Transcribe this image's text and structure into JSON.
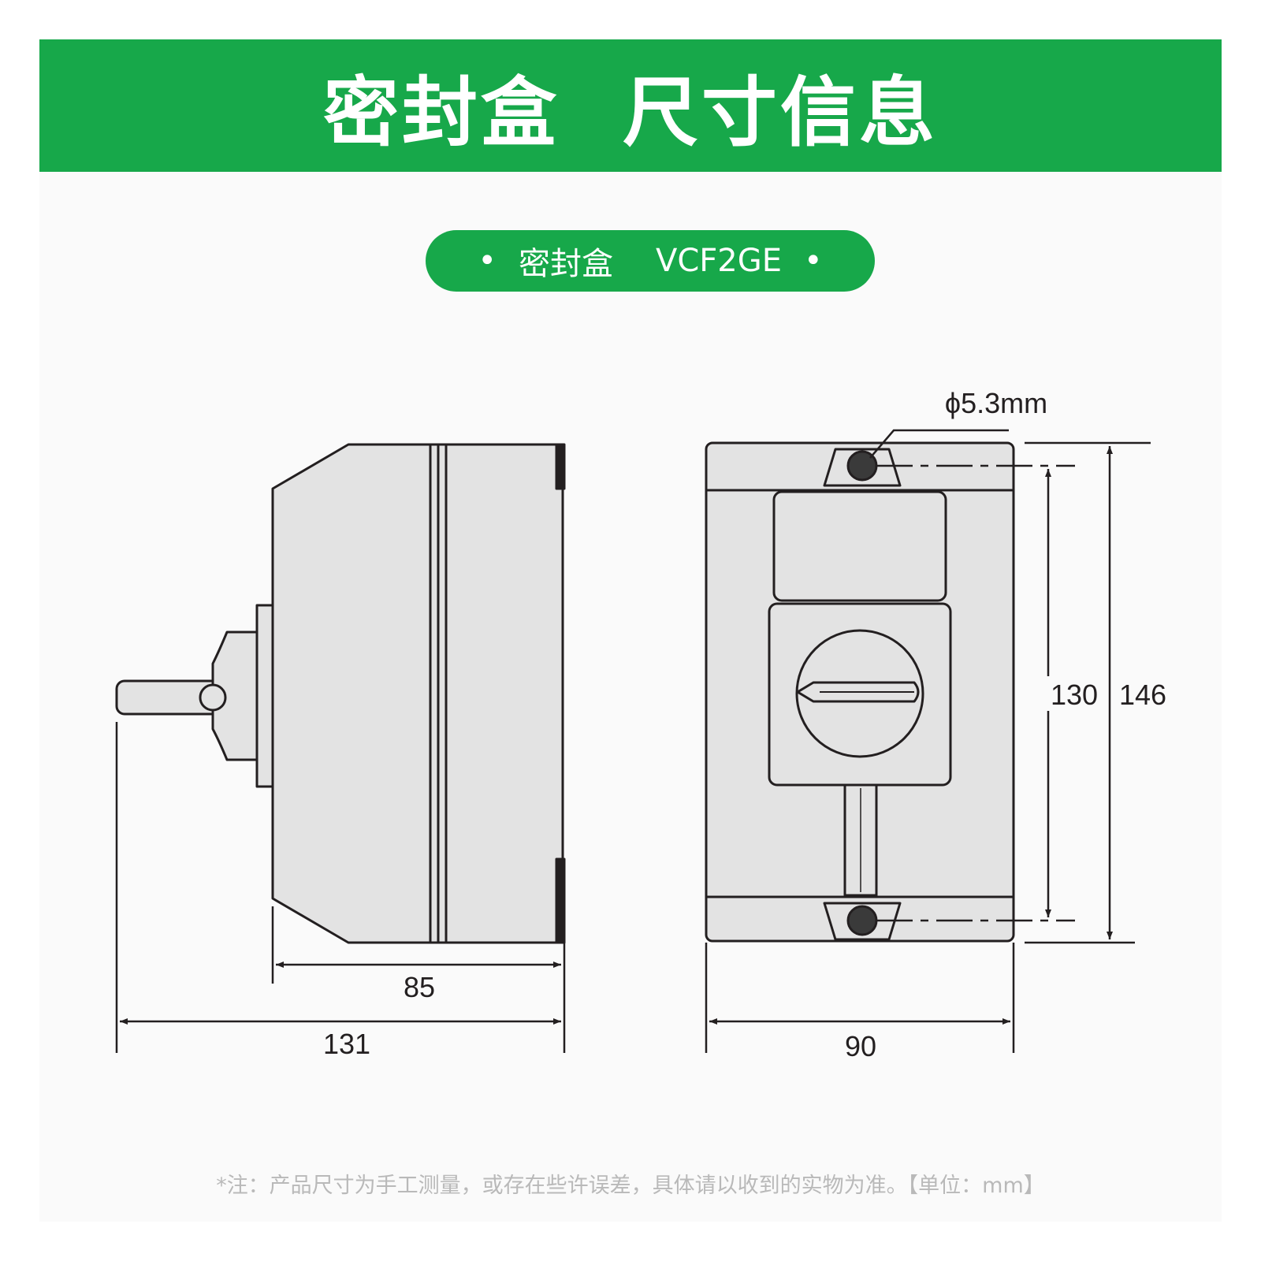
{
  "banner": {
    "title_part1": "密封盒",
    "title_part2": "尺寸信息"
  },
  "model_label": {
    "name": "密封盒",
    "model": "VCF2GE",
    "dot": "•"
  },
  "dimensions": {
    "side_depth": "85",
    "side_total_depth": "131",
    "front_width": "90",
    "front_hole_spacing": "130",
    "front_height": "146",
    "hole_diameter": "ϕ5.3mm"
  },
  "note": "*注：产品尺寸为手工测量，或存在些许误差，具体请以收到的实物为准。【单位：mm】",
  "colors": {
    "brand_green": "#17a84a",
    "body_fill": "#e3e3e3",
    "outline": "#231f20",
    "note_text": "#b9b9b9"
  }
}
